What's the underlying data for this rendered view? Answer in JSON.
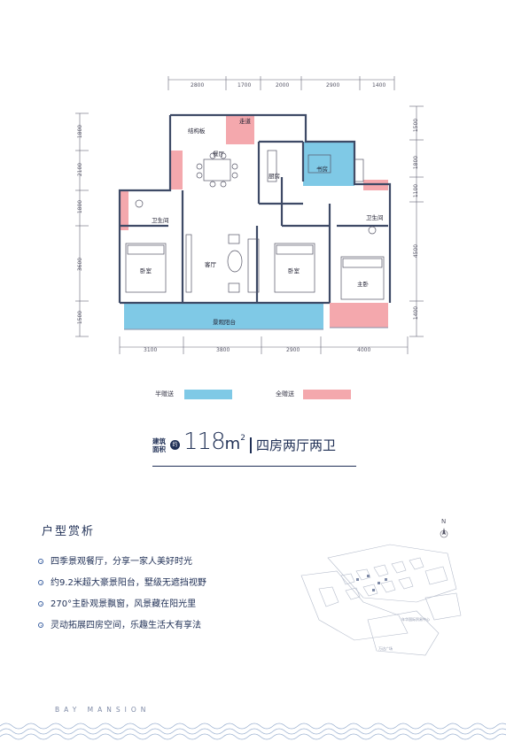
{
  "dims_top": [
    "2800",
    "1700",
    "2000",
    "2900",
    "1400"
  ],
  "dims_bottom": [
    "3100",
    "3800",
    "2900",
    "4000"
  ],
  "dims_left": [
    "1800",
    "2100",
    "1800",
    "3600",
    "1500"
  ],
  "dims_right": [
    "1500",
    "1800",
    "1100",
    "4500",
    "1400"
  ],
  "rooms": {
    "structure_board": "结构板",
    "corridor": "走道",
    "dining": "餐厅",
    "kitchen": "厨房",
    "study": "书房",
    "bath1": "卫生间",
    "bath2": "卫生间",
    "living": "客厅",
    "bedroom1": "卧室",
    "bedroom2": "卧室",
    "master": "主卧",
    "balcony": "景观阳台"
  },
  "legend": {
    "half_gift_label": "半赠送",
    "half_gift_color": "#7fc9e6",
    "full_gift_label": "全赠送",
    "full_gift_color": "#f4a8ad"
  },
  "area": {
    "label_line1": "建筑",
    "label_line2": "面积",
    "label_mark": "约",
    "value": "118",
    "unit": "m",
    "unit_sup": "2",
    "layout": "四房两厅两卫"
  },
  "section_title": "户型赏析",
  "features": [
    "四季景观餐厅，分享一家人美好时光",
    "约9.2米超大豪景阳台，墅级无遮挡视野",
    "270°主卧观景飘窗，风景藏在阳光里",
    "灵动拓展四房空间，乐趣生活大有享法"
  ],
  "map": {
    "compass": "N",
    "label_center": "年华国际贸易中心",
    "label_plaza": "万达广场"
  },
  "brand": "BAY MANSION"
}
